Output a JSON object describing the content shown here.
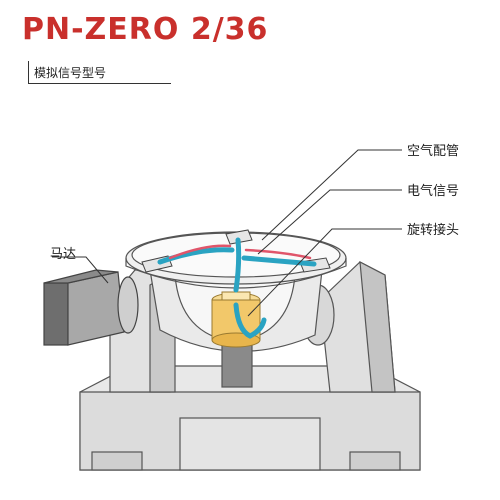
{
  "header": {
    "title": "PN-ZERO 2/36",
    "subtitle": "模拟信号型号"
  },
  "callouts": {
    "air_piping": "空气配管",
    "electrical_signal": "电气信号",
    "rotary_joint": "旋转接头",
    "motor": "马达"
  },
  "colors": {
    "title": "#c9302c",
    "air_line": "#2aa3c2",
    "signal_line": "#e0556a",
    "rotary_joint": "#f2c86a",
    "casing": "#e6e6e6",
    "outline": "#555555"
  }
}
